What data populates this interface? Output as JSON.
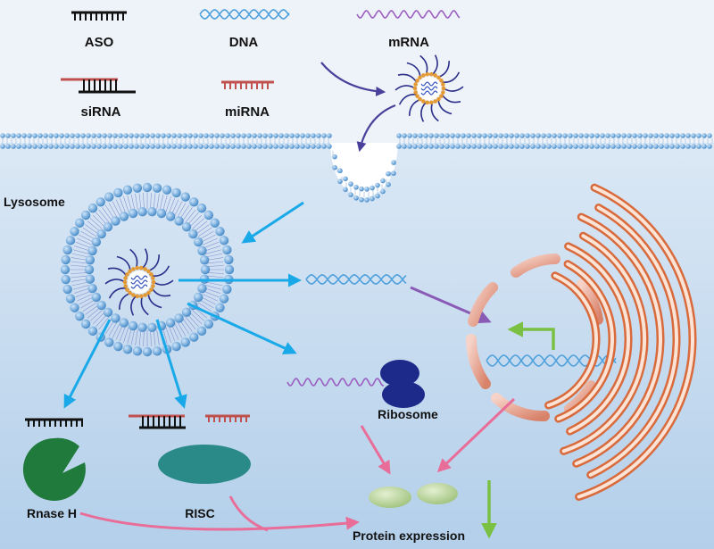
{
  "legend": {
    "aso": "ASO",
    "dna": "DNA",
    "mrna": "mRNA",
    "sirna": "siRNA",
    "mirna": "miRNA"
  },
  "labels": {
    "lysosome": "Lysosome",
    "ribosome": "Ribosome",
    "rnase_h": "Rnase H",
    "risc": "RISC",
    "protein_expression": "Protein expression"
  },
  "colors": {
    "extracellular_bg": "#eef3f9",
    "cytoplasm_bg": "#b9d4ec",
    "membrane_bead": "#6ea6d9",
    "dna_strand": "#4ea0dc",
    "mrna_strand": "#9b5fc0",
    "aso_black": "#111111",
    "mirna_red": "#c0504d",
    "arrow_blue": "#1aa9e8",
    "arrow_purple": "#4b3f9c",
    "arrow_pink": "#e86d98",
    "arrow_green": "#7ac143",
    "rnase_green": "#1f7a3c",
    "risc_teal": "#2a8a88",
    "ribosome_navy": "#1d2a8a",
    "er_orange": "#d86a3c",
    "protein_green": "#b8d49a"
  }
}
